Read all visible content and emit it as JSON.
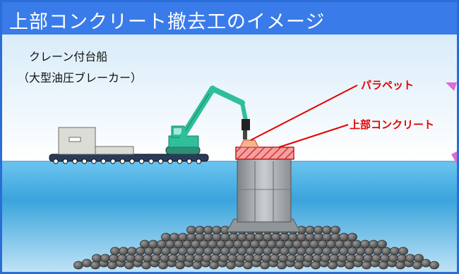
{
  "title": "上部コンクリート撤去工のイメージ",
  "captions": {
    "vessel": "クレーン付台船",
    "breaker": "（大型油圧ブレーカー）"
  },
  "labels": {
    "parapet": "パラペット",
    "upper_concrete": "上部コンクリート"
  },
  "colors": {
    "frame": "#2b6dd6",
    "title_bar": "#3a7bea",
    "sky_top": "#d9ecf9",
    "sea": "#4fb2e6",
    "excavator": "#2fbf9a",
    "label_red": "#e60000",
    "concrete": "#9aa1a6",
    "hatched_block": "#e94b4b",
    "rubble": "#5e5e5e"
  },
  "icons": {
    "vessel": "crane-barge-icon",
    "machine": "excavator-breaker-icon",
    "structure": "caisson-icon",
    "mound": "rubble-mound-icon"
  }
}
